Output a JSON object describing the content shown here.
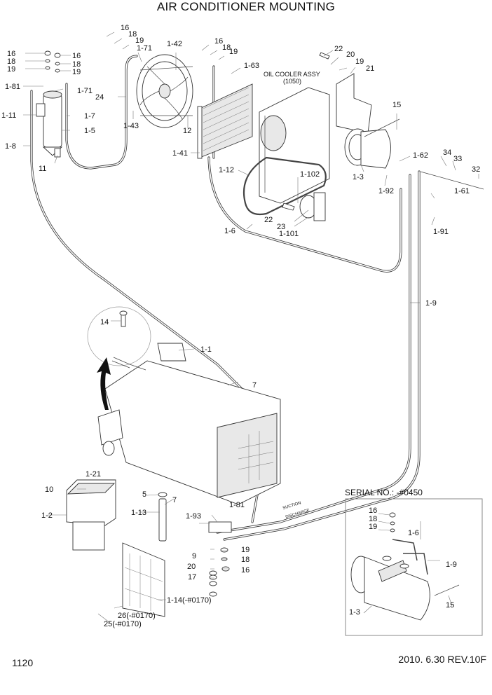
{
  "header": {
    "title": "AIR CONDITIONER MOUNTING"
  },
  "footer": {
    "page_number": "1120",
    "revision": "2010. 6.30  REV.10F"
  },
  "annotations": {
    "oil_cooler": "OIL COOLER ASSY",
    "oil_cooler_ref": "(1050)",
    "serial_box": "SERIAL NO.: -#0450",
    "suction": "SUCTION",
    "discharge": "DISCHARGE"
  },
  "labels": {
    "p16a": "16",
    "p18a": "18",
    "p19a": "19",
    "p16b": "16",
    "p18b": "18",
    "p19b": "19",
    "p16c": "16",
    "p18c": "18",
    "p19c": "19",
    "p1_71a": "1-71",
    "p1_81": "1-81",
    "p1_71b": "1-71",
    "p1_11": "1-11",
    "p1_7": "1-7",
    "p1_5": "1-5",
    "p1_8": "1-8",
    "p11": "11",
    "p24": "24",
    "p1_43": "1-43",
    "p1_42": "1-42",
    "p16d": "16",
    "p18d": "18",
    "p19d": "19",
    "p1_63": "1-63",
    "p12": "12",
    "p1_41": "1-41",
    "p1_12": "1-12",
    "p1_102": "1-102",
    "p22a": "22",
    "p20a": "20",
    "p19e": "19",
    "p21": "21",
    "p15a": "15",
    "p1_62": "1-62",
    "p34": "34",
    "p33": "33",
    "p32": "32",
    "p1_3a": "1-3",
    "p1_92": "1-92",
    "p1_61": "1-61",
    "p1_91": "1-91",
    "p22b": "22",
    "p23": "23",
    "p1_101": "1-101",
    "p1_6a": "1-6",
    "p1_9a": "1-9",
    "p14": "14",
    "p1_1": "1-1",
    "p7a": "7",
    "p1_21": "1-21",
    "p10": "10",
    "p1_2": "1-2",
    "p5": "5",
    "p7b": "7",
    "p1_13": "1-13",
    "p1_81b": "1-81",
    "p1_93": "1-93",
    "p9": "9",
    "p19f": "19",
    "p18f": "18",
    "p20b": "20",
    "p16f": "16",
    "p17": "17",
    "p1_14": "1-14(-#0170)",
    "p26": "26(-#0170)",
    "p25": "25(-#0170)",
    "s16": "16",
    "s18": "18",
    "s19": "19",
    "s1_6": "1-6",
    "s1_9": "1-9",
    "s1_3": "1-3",
    "s15": "15"
  }
}
